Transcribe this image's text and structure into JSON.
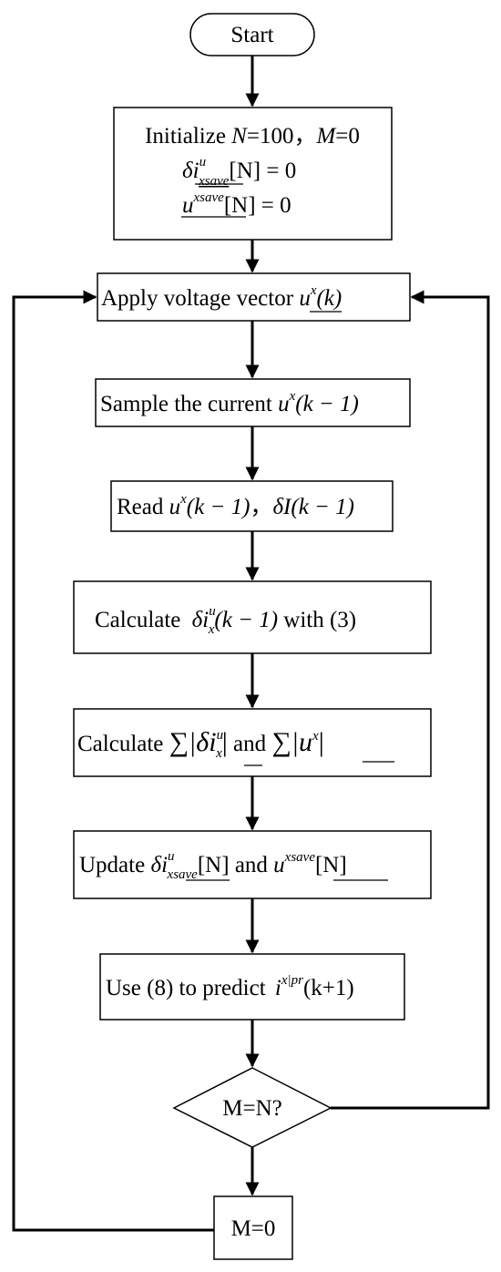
{
  "nodes": {
    "start": {
      "label": "Start"
    },
    "init": {
      "line1_prefix": "Initialize ",
      "var_n": "N",
      "eq_n": "=100，",
      "var_m": "M",
      "eq_m": "=0",
      "line2_delta": "δi",
      "line2_sup": "u",
      "line2_sub": "xsave",
      "line2_rest": "[N] = 0",
      "line3_u": "u",
      "line3_sup": "xsave",
      "line3_rest": "[N] = 0"
    },
    "apply": {
      "text": "Apply voltage vector ",
      "var": "u",
      "sup": "x",
      "arg": "(k)"
    },
    "sample": {
      "text": "Sample the current ",
      "var": "u",
      "sup": "x",
      "arg": "(k − 1)"
    },
    "read": {
      "text": "Read ",
      "var1": "u",
      "sup1": "x",
      "arg1": "(k − 1)",
      "sep": "，",
      "var2": "δI",
      "arg2": "(k − 1)"
    },
    "calc1": {
      "text": "Calculate ",
      "delta": "δi",
      "sup": "u",
      "sub": "x",
      "arg": "(k − 1)",
      "tail": " with (3)"
    },
    "calc2": {
      "text": "Calculate ",
      "sum1": "∑|δi",
      "sup1": "u",
      "sub1": "x",
      "bar1": "|",
      "and": " and ",
      "sum2": "∑|u",
      "sup2": "x",
      "bar2": "|"
    },
    "update": {
      "text": "Update ",
      "delta": "δi",
      "sup": "u",
      "sub": "xsave",
      "arg": "[N]",
      "and": " and ",
      "var": "u",
      "sup2": "xsave",
      "arg2": "[N]"
    },
    "predict": {
      "text": "Use (8) to predict ",
      "var": "i",
      "sup": "x|pr",
      "arg": "(k+1)"
    },
    "decision": {
      "label": "M=N?"
    },
    "reset": {
      "label": "M=0"
    }
  }
}
